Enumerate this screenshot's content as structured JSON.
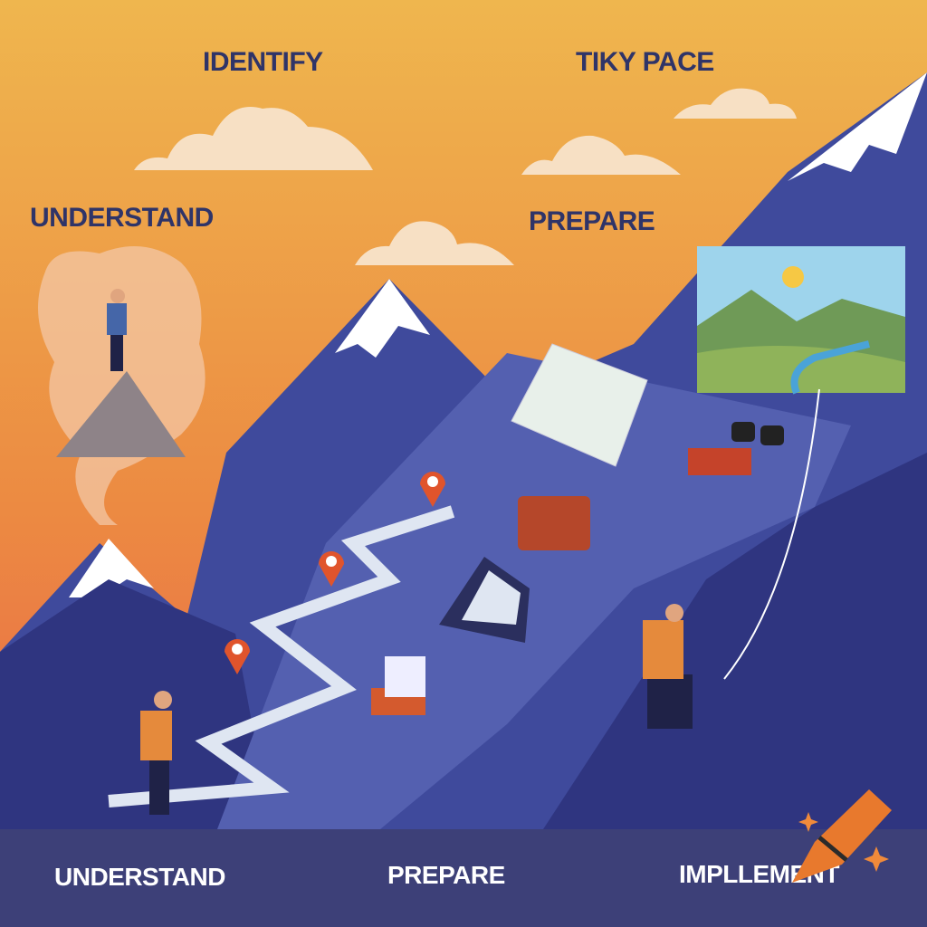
{
  "sky_labels": {
    "identify": "IDENTIFY",
    "tiky_pace": "TIKY PACE",
    "understand": "UNDERSTAND",
    "prepare": "PREPARE"
  },
  "footer_labels": {
    "understand": "UNDERSTAND",
    "prepare": "PREPARE",
    "implement": "IMPLLEMENT"
  },
  "colors": {
    "sky_top": "#efb64e",
    "sky_bottom": "#e8604a",
    "mountain": "#3f4a9c",
    "mountain_dark": "#2f3580",
    "path": "#dfe6f2",
    "footer": "#3d4078",
    "accent": "#e0542c"
  }
}
